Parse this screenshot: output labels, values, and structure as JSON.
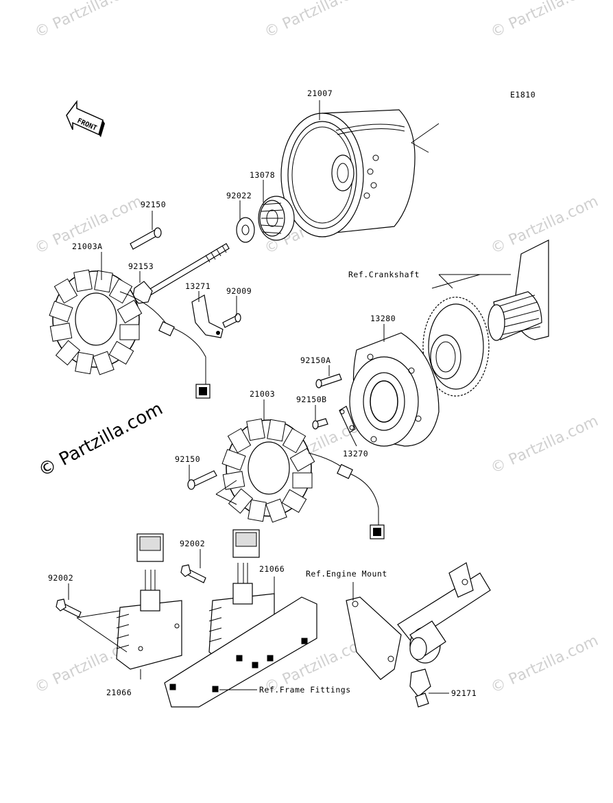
{
  "code": "E1810",
  "front_label": "FRONT",
  "watermark_small": "© Partzilla.com",
  "watermark_large": "© Partzilla.com",
  "parts": [
    {
      "id": "p21007",
      "text": "21007"
    },
    {
      "id": "p13078",
      "text": "13078"
    },
    {
      "id": "p92022",
      "text": "92022"
    },
    {
      "id": "p92150top",
      "text": "92150"
    },
    {
      "id": "p21003A",
      "text": "21003A"
    },
    {
      "id": "p92153",
      "text": "92153"
    },
    {
      "id": "p13271",
      "text": "13271"
    },
    {
      "id": "p92009",
      "text": "92009"
    },
    {
      "id": "pRefCrank",
      "text": "Ref.Crankshaft"
    },
    {
      "id": "p13280",
      "text": "13280"
    },
    {
      "id": "p92150A",
      "text": "92150A"
    },
    {
      "id": "p21003",
      "text": "21003"
    },
    {
      "id": "p92150B",
      "text": "92150B"
    },
    {
      "id": "p13270",
      "text": "13270"
    },
    {
      "id": "p92150mid",
      "text": "92150"
    },
    {
      "id": "p92002right",
      "text": "92002"
    },
    {
      "id": "p21066right",
      "text": "21066"
    },
    {
      "id": "pRefEngine",
      "text": "Ref.Engine Mount"
    },
    {
      "id": "p92002left",
      "text": "92002"
    },
    {
      "id": "p21066left",
      "text": "21066"
    },
    {
      "id": "pRefFrame",
      "text": "Ref.Frame Fittings"
    },
    {
      "id": "p92171",
      "text": "92171"
    }
  ]
}
